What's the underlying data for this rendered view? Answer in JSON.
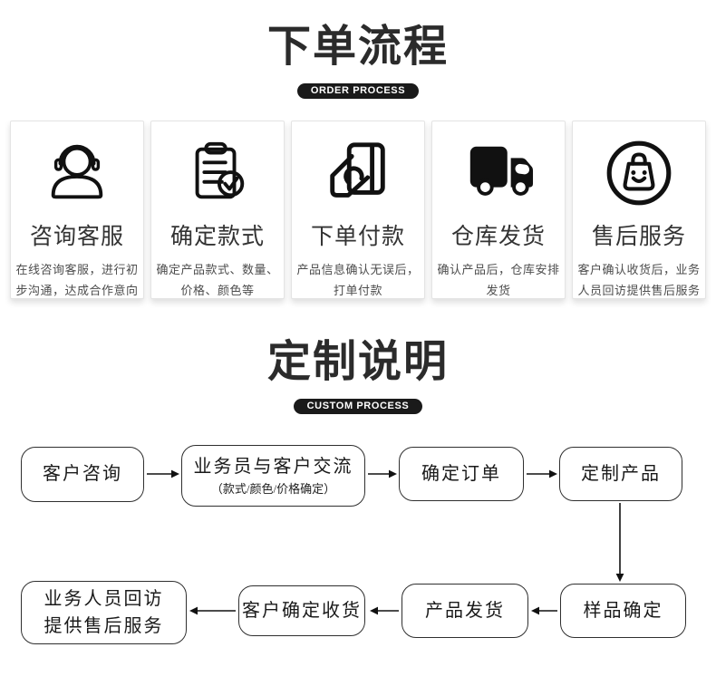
{
  "order_section": {
    "title": "下单流程",
    "badge": "ORDER PROCESS",
    "steps": [
      {
        "icon": "headset-agent-icon",
        "title": "咨询客服",
        "desc": "在线咨询客服，进行初步沟通，达成合作意向"
      },
      {
        "icon": "clipboard-check-icon",
        "title": "确定款式",
        "desc": "确定产品款式、数量、价格、颜色等"
      },
      {
        "icon": "card-payment-icon",
        "title": "下单付款",
        "desc": "产品信息确认无误后，打单付款"
      },
      {
        "icon": "truck-icon",
        "title": "仓库发货",
        "desc": "确认产品后，仓库安排发货"
      },
      {
        "icon": "shopping-bag-smile-icon",
        "title": "售后服务",
        "desc": "客户确认收货后，业务人员回访提供售后服务"
      }
    ]
  },
  "custom_section": {
    "title": "定制说明",
    "badge": "CUSTOM PROCESS",
    "flow_boxes": [
      {
        "label": "客户咨询"
      },
      {
        "label": "业务员与客户交流",
        "sublabel": "（款式/颜色/价格确定）"
      },
      {
        "label": "确定订单"
      },
      {
        "label": "定制产品"
      },
      {
        "label": "样品确定"
      },
      {
        "label": "产品发货"
      },
      {
        "label": "客户确定收货"
      },
      {
        "label": "业务人员回访",
        "label2": "提供售后服务"
      }
    ],
    "flow_order_note": "row1 left-to-right, then down, row2 right-to-left"
  },
  "colors": {
    "badge_bg": "#1a1a1a",
    "badge_text": "#ffffff",
    "title_text": "#2b2b2b",
    "card_border": "#e4e4e4",
    "card_title": "#333333",
    "card_desc": "#4d4d4d",
    "icon": "#111111",
    "flow_border": "#2f2f2f",
    "arrow": "#111111"
  }
}
